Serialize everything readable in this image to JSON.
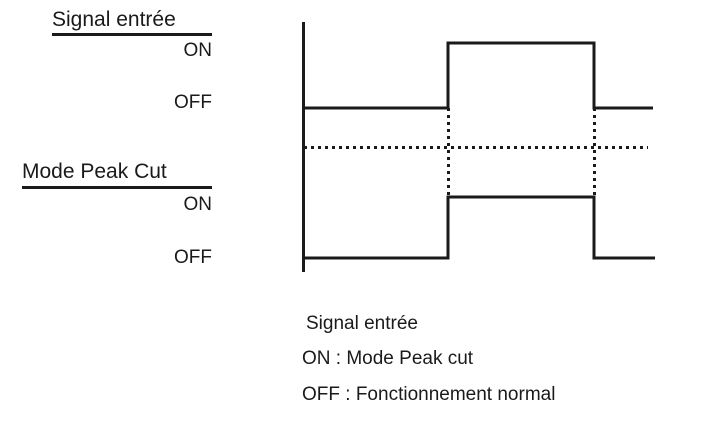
{
  "diagram": {
    "title_top": "Signal entrée",
    "title_bottom": "Mode Peak Cut",
    "state_on": "ON",
    "state_off": "OFF",
    "line_color": "#1a1a1a",
    "background_color": "#ffffff"
  },
  "signals": {
    "input_signal": {
      "name": "Signal entrée",
      "states": [
        "OFF",
        "ON",
        "OFF"
      ],
      "on_label": "ON",
      "off_label": "OFF"
    },
    "peak_cut_mode": {
      "name": "Mode Peak Cut",
      "states": [
        "OFF",
        "ON",
        "OFF"
      ],
      "on_label": "ON",
      "off_label": "OFF"
    }
  },
  "legend": {
    "heading": "Signal entrée",
    "items": [
      "ON : Mode Peak cut",
      "OFF : Fonctionnement normal"
    ]
  }
}
